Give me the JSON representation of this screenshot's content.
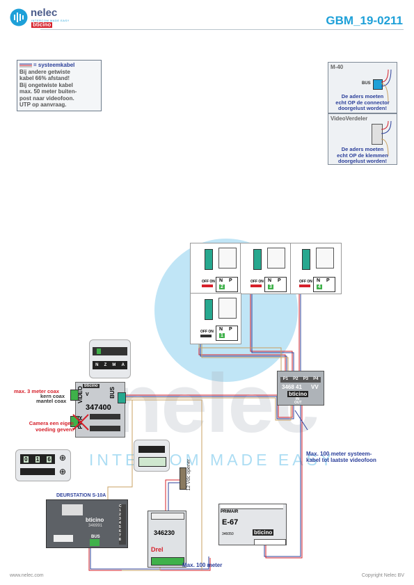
{
  "header": {
    "brand": "nelec",
    "brand_sub": "INTERCOM MADE EASY",
    "brand2": "bticino",
    "doc_code": "GBM_19-0211"
  },
  "notes": {
    "legend": {
      "cable_label": "= systeemkabel",
      "lines": [
        "Bij andere getwiste",
        "kabel 66% afstand!",
        "Bij ongetwiste kabel",
        "max. 50 meter buiten-",
        "post naar videofoon.",
        "UTP op aanvraag."
      ]
    },
    "m40": {
      "title": "M-40",
      "bus": "BUS",
      "lines": [
        "De aders moeten",
        "echt OP de connector",
        "doorgelust worden!"
      ]
    },
    "videoverdeler": {
      "title": "VideoVerdeler",
      "lines": [
        "De aders moeten",
        "echt OP de klemmen",
        "doorgelust worden!"
      ]
    }
  },
  "monitors": [
    {
      "off_on": "OFF ON",
      "n": "N",
      "p": "P",
      "index": "2"
    },
    {
      "off_on": "OFF ON",
      "n": "N",
      "p": "P",
      "index": "3"
    },
    {
      "off_on": "OFF ON",
      "n": "N",
      "p": "P",
      "index": "4"
    },
    {
      "off_on": "OFF ON",
      "n": "N",
      "p": "P",
      "index": "1"
    }
  ],
  "camera": {
    "video": "VIDEO",
    "v": "V",
    "bus": "BUS",
    "pwr": "PWR",
    "model": "347400",
    "brand": "bticino",
    "notes": {
      "max_coax": "max. 3 meter coax",
      "kern": "kern coax",
      "mantel": "mantel coax",
      "camera_power": [
        "Camera een eigen",
        "voeding geven!"
      ]
    },
    "switch_labels": [
      "N",
      "Z",
      "M",
      "A"
    ]
  },
  "distributor": {
    "model": "3468 41",
    "vv": "VV",
    "ports": [
      "P1",
      "P2",
      "P3",
      "P4"
    ],
    "in": "IN",
    "out": "OUT",
    "brand": "bticino"
  },
  "max100_systeem": [
    "Max. 100 meter systeem-",
    "kabel tot laatste videofoon"
  ],
  "door_station": {
    "title": "DEURSTATION S-10A",
    "brand": "bticino",
    "model": "346991",
    "bus": "BUS",
    "terminals": [
      "C",
      "1",
      "2",
      "3",
      "4",
      "5",
      "6",
      "7",
      "8"
    ],
    "dial1": [
      "0",
      "1",
      "6"
    ]
  },
  "opener": "12 Vdc opener",
  "relay": {
    "model": "346230",
    "brand": "Drel"
  },
  "power_supply": {
    "title": "E-67",
    "primair": "PRIMAIR",
    "model": "346050",
    "brand": "bticino"
  },
  "max100": "Max. 100 meter",
  "watermark": {
    "word": "nelec",
    "tagline": "INTERCOM MADE EASY"
  },
  "footer": {
    "left": "www.nelec.com",
    "right": "Copyright Nelec BV"
  },
  "colors": {
    "accent": "#1ea0d8",
    "brand_blue": "#2b3f9a",
    "red": "#d6202a",
    "green": "#3fb14a"
  }
}
